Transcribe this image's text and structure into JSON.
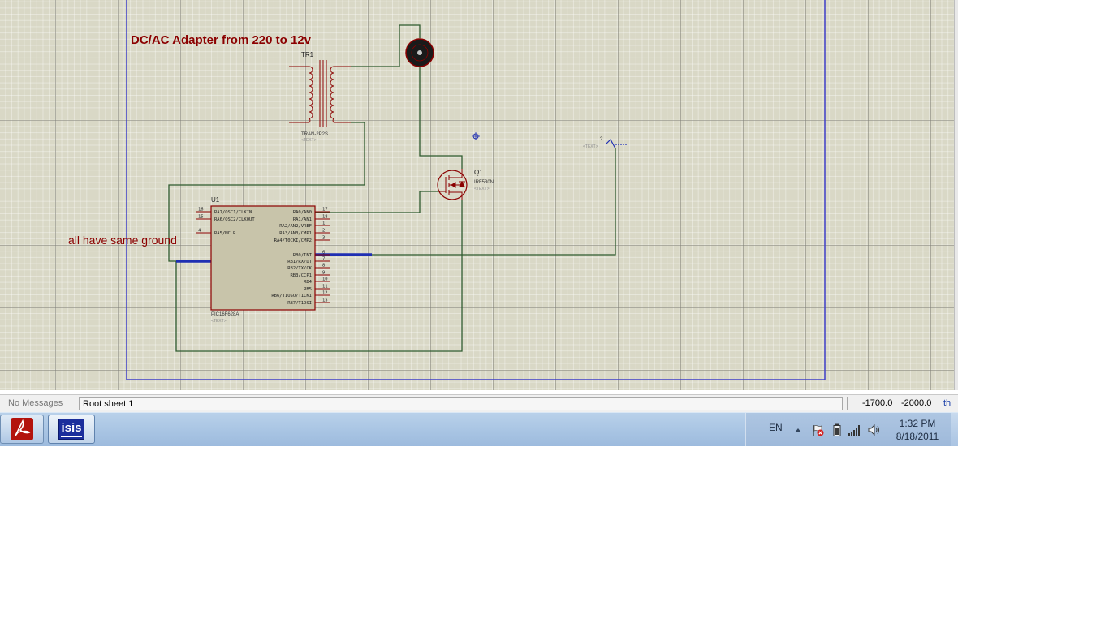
{
  "schematic": {
    "title_note": "DC/AC Adapter from 220 to 12v",
    "ground_note": "all have same ground",
    "text_placeholder": "<TEXT>",
    "unknown_pin": "?",
    "transformer": {
      "ref": "TR1",
      "part": "TRAN-2P2S"
    },
    "mosfet": {
      "ref": "Q1",
      "part": "IRF530N"
    },
    "mcu": {
      "ref": "U1",
      "part": "PIC16F628A",
      "left_pins": [
        {
          "num": "16",
          "name": "RA7/OSC1/CLKIN"
        },
        {
          "num": "15",
          "name": "RA6/OSC2/CLKOUT"
        },
        {
          "num": "4",
          "name": "RA5/MCLR"
        }
      ],
      "right_pins": [
        {
          "num": "17",
          "name": "RA0/AN0"
        },
        {
          "num": "18",
          "name": "RA1/AN1"
        },
        {
          "num": "1",
          "name": "RA2/AN2/VREF"
        },
        {
          "num": "2",
          "name": "RA3/AN3/CMP1"
        },
        {
          "num": "3",
          "name": "RA4/T0CKI/CMP2"
        },
        {
          "num": "6",
          "name": "RB0/INT"
        },
        {
          "num": "7",
          "name": "RB1/RX/DT"
        },
        {
          "num": "8",
          "name": "RB2/TX/CK"
        },
        {
          "num": "9",
          "name": "RB3/CCP1"
        },
        {
          "num": "10",
          "name": "RB4"
        },
        {
          "num": "11",
          "name": "RB5"
        },
        {
          "num": "12",
          "name": "RB6/T1OSO/T1CKI"
        },
        {
          "num": "13",
          "name": "RB7/T1OSI"
        }
      ]
    },
    "colors": {
      "wire": "#2f5b2f",
      "component": "#8b0000",
      "body_fill": "#c8c4aa",
      "bus": "#1f2fb3",
      "sheet_border": "#3f3fc8"
    }
  },
  "statusbar": {
    "messages": "No Messages",
    "sheet": "Root sheet 1",
    "x": "-1700.0",
    "y": "-2000.0",
    "units": "th"
  },
  "taskbar": {
    "apps": [
      {
        "name": "Adobe Reader",
        "icon": "adobe-pdf-icon"
      },
      {
        "name": "ISIS",
        "label": "isis",
        "icon": "isis-app-icon"
      }
    ],
    "language": "EN",
    "time": "1:32 PM",
    "date": "8/18/2011"
  }
}
